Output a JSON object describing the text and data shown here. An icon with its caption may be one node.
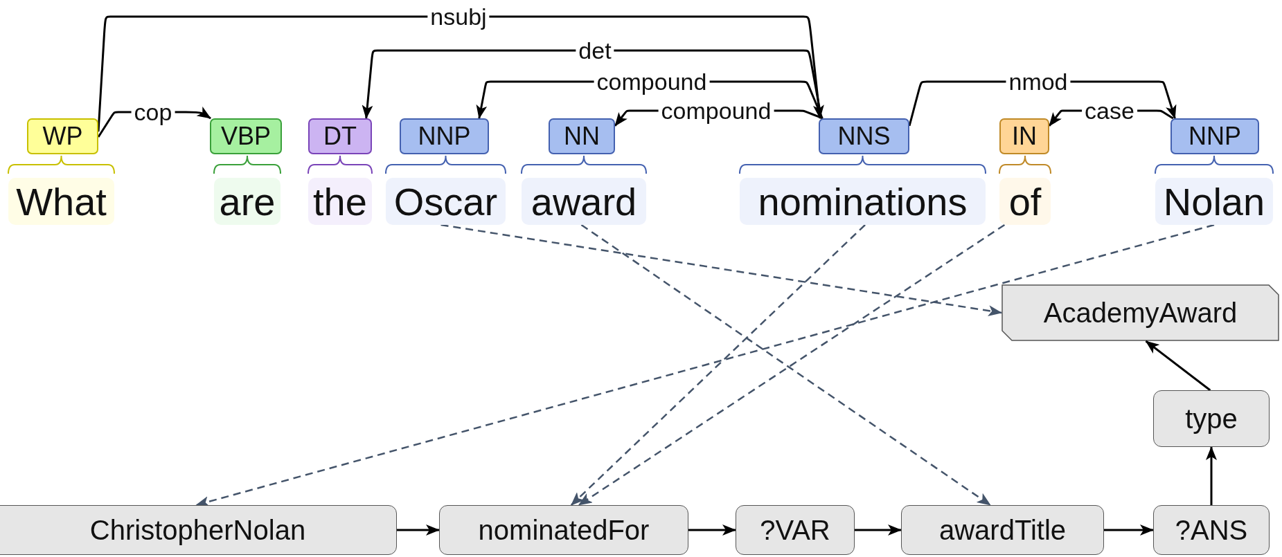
{
  "diagram": {
    "nodes": [
      {
        "text": [
          "WP"
        ]
      },
      {
        "text": [
          "VBP"
        ]
      },
      {
        "text": [
          "DT"
        ]
      },
      {
        "text": [
          "NNP"
        ]
      },
      {
        "text": [
          "NN"
        ]
      },
      {
        "text": [
          "NNS"
        ]
      },
      {
        "text": [
          "IN"
        ]
      },
      {
        "text": [
          "NNP"
        ]
      },
      {
        "text": [
          "What"
        ]
      },
      {
        "text": [
          "are"
        ]
      },
      {
        "text": [
          "the"
        ]
      },
      {
        "text": [
          "Oscar"
        ]
      },
      {
        "text": [
          "award"
        ]
      },
      {
        "text": [
          "nominations"
        ]
      },
      {
        "text": [
          "of"
        ]
      },
      {
        "text": [
          "Nolan"
        ]
      },
      {
        "text": [
          "AcademyAward"
        ]
      },
      {
        "text": [
          "type"
        ]
      },
      {
        "text": [
          "ChristopherNolan"
        ]
      },
      {
        "text": [
          "nominatedFor"
        ]
      },
      {
        "text": [
          "?VAR"
        ]
      },
      {
        "text": [
          "awardTitle"
        ]
      },
      {
        "text": [
          "?ANS"
        ]
      }
    ],
    "edges": [
      {
        "from": 0,
        "to": 5,
        "arrow": "to",
        "label": "nsubj"
      },
      {
        "from": 0,
        "to": 1,
        "arrow": "to",
        "label": "cop"
      },
      {
        "from": 5,
        "to": 2,
        "arrow": "to",
        "label": "det"
      },
      {
        "from": 5,
        "to": 3,
        "arrow": "to",
        "label": "compound"
      },
      {
        "from": 5,
        "to": 4,
        "arrow": "to",
        "label": "compound"
      },
      {
        "from": 5,
        "to": 7,
        "arrow": "to",
        "label": "nmod"
      },
      {
        "from": 7,
        "to": 6,
        "arrow": "to",
        "label": "case"
      },
      {
        "from": 11,
        "to": 16,
        "arrow": "to",
        "style": "dashed",
        "color": "#44546a"
      },
      {
        "from": 12,
        "to": 21,
        "arrow": "to",
        "style": "dashed",
        "color": "#44546a"
      },
      {
        "from": 13,
        "to": 19,
        "arrow": "to",
        "style": "dashed",
        "color": "#44546a"
      },
      {
        "from": 14,
        "to": 19,
        "arrow": "to",
        "style": "dashed",
        "color": "#44546a"
      },
      {
        "from": 15,
        "to": 18,
        "arrow": "to",
        "style": "dashed",
        "color": "#44546a"
      },
      {
        "from": 18,
        "to": 19,
        "arrow": "to"
      },
      {
        "from": 19,
        "to": 20,
        "arrow": "to"
      },
      {
        "from": 20,
        "to": 21,
        "arrow": "to"
      },
      {
        "from": 21,
        "to": 22,
        "arrow": "to"
      },
      {
        "from": 22,
        "to": 17,
        "arrow": "to"
      },
      {
        "from": 17,
        "to": 16,
        "arrow": "to"
      }
    ]
  }
}
